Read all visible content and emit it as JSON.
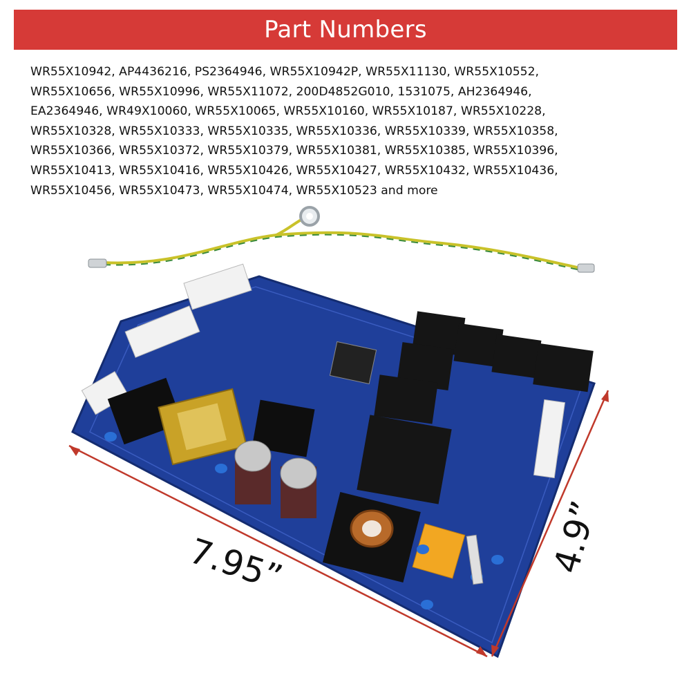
{
  "header": {
    "title": "Part Numbers"
  },
  "part_numbers": {
    "lines": [
      "WR55X10942, AP4436216, PS2364946, WR55X10942P, WR55X11130, WR55X10552,",
      "WR55X10656, WR55X10996, WR55X11072, 200D4852G010, 1531075, AH2364946,",
      "EA2364946, WR49X10060, WR55X10065, WR55X10160, WR55X10187, WR55X10228,",
      "WR55X10328, WR55X10333, WR55X10335, WR55X10336, WR55X10339, WR55X10358,",
      "WR55X10366, WR55X10372, WR55X10379, WR55X10381, WR55X10385, WR55X10396,",
      "WR55X10413, WR55X10416, WR55X10426, WR55X10427, WR55X10432, WR55X10436,",
      "WR55X10456, WR55X10473, WR55X10474, WR55X10523 and more"
    ]
  },
  "dimensions": {
    "length": "7.95”",
    "width": "4.9”"
  },
  "colors": {
    "banner": "#d63a37",
    "board": "#1f3f9a",
    "dimension_line": "#c0392b"
  }
}
